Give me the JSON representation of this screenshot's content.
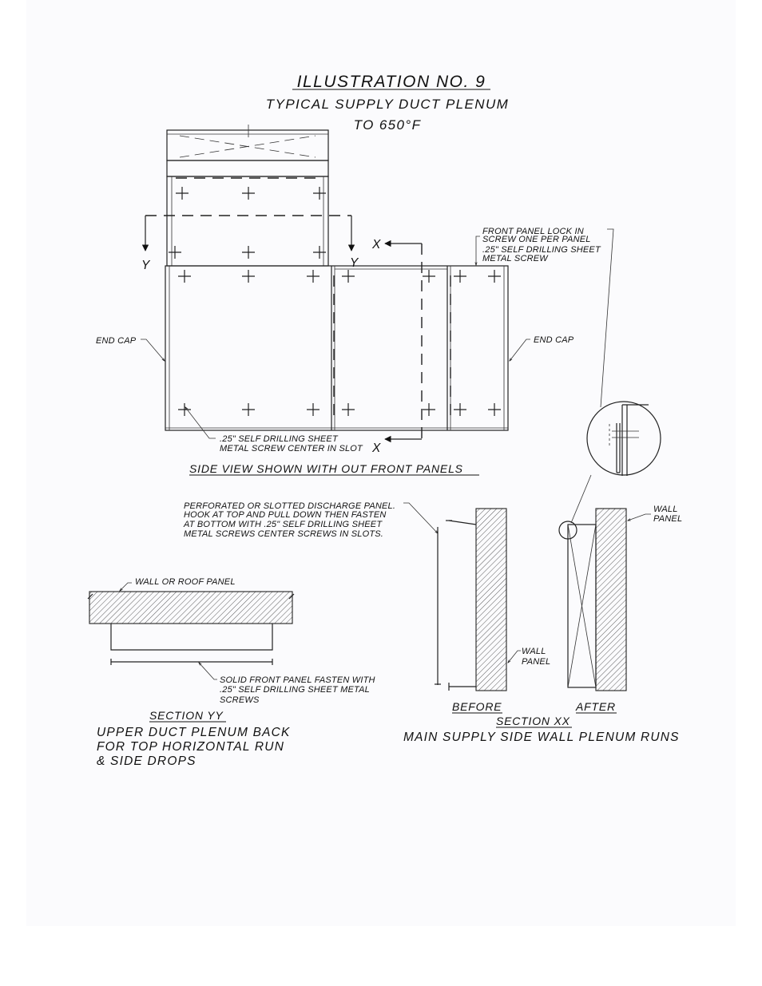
{
  "title": "ILLUSTRATION NO. 9",
  "subtitle_line1": "TYPICAL SUPPLY DUCT PLENUM",
  "subtitle_line2": "TO 650°F",
  "side_view": {
    "marker_y_left": "Y",
    "marker_y_right": "Y",
    "marker_x_top": "X",
    "marker_x_bottom": "X",
    "end_cap_left": "END CAP",
    "end_cap_right": "END CAP",
    "front_lock_lines": [
      "FRONT PANEL LOCK IN",
      "SCREW ONE PER PANEL",
      ".25\" SELF DRILLING SHEET",
      "METAL SCREW"
    ],
    "screw_note_lines": [
      ".25\" SELF DRILLING SHEET",
      "METAL SCREW CENTER IN SLOT"
    ],
    "caption": "SIDE VIEW SHOWN WITH OUT FRONT PANELS"
  },
  "section_yy": {
    "wall_label": "WALL OR ROOF PANEL",
    "front_note_lines": [
      "SOLID FRONT PANEL FASTEN WITH",
      ".25\" SELF DRILLING SHEET METAL",
      "SCREWS"
    ],
    "heading": "SECTION YY",
    "desc_lines": [
      "UPPER DUCT PLENUM BACK",
      "FOR TOP HORIZONTAL RUN",
      "& SIDE DROPS"
    ]
  },
  "section_xx": {
    "perforated_note_lines": [
      "PERFORATED OR SLOTTED DISCHARGE PANEL.",
      "HOOK AT TOP AND PULL DOWN THEN FASTEN",
      "AT BOTTOM WITH .25\" SELF DRILLING SHEET",
      "METAL SCREWS CENTER SCREWS IN SLOTS."
    ],
    "wall_panel_left": [
      "WALL",
      "PANEL"
    ],
    "wall_panel_right": [
      "WALL",
      "PANEL"
    ],
    "before_label": "BEFORE",
    "after_label": "AFTER",
    "heading": "SECTION XX",
    "desc": "MAIN SUPPLY SIDE WALL PLENUM RUNS"
  }
}
